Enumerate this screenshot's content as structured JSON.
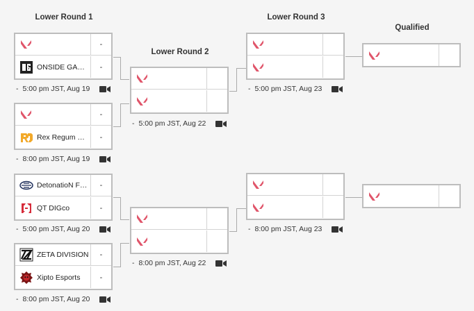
{
  "rounds": {
    "lr1": "Lower Round 1",
    "lr2": "Lower Round 2",
    "lr3": "Lower Round 3",
    "qualified": "Qualified"
  },
  "matches": {
    "m1": {
      "top": {
        "name": "",
        "logo": "valorant-icon",
        "score": "-"
      },
      "bot": {
        "name": "ONSIDE GAMING",
        "logo": "og-icon",
        "score": "-"
      },
      "time": "5:00 pm JST, Aug 19"
    },
    "m2": {
      "top": {
        "name": "",
        "logo": "valorant-icon",
        "score": "-"
      },
      "bot": {
        "name": "Rex Regum Qeon",
        "logo": "rrq-icon",
        "score": "-"
      },
      "time": "8:00 pm JST, Aug 19"
    },
    "m3": {
      "top": {
        "name": "DetonatioN FocusMe",
        "logo": "dfm-icon",
        "score": "-"
      },
      "bot": {
        "name": "QT DIGco",
        "logo": "qt-digco-icon",
        "score": "-"
      },
      "time": "5:00 pm JST, Aug 20"
    },
    "m4": {
      "top": {
        "name": "ZETA DIVISION",
        "logo": "zeta-icon",
        "score": "-"
      },
      "bot": {
        "name": "Xipto Esports",
        "logo": "xipto-icon",
        "score": "-"
      },
      "time": "8:00 pm JST, Aug 20"
    },
    "m5": {
      "top": {
        "name": "",
        "logo": "valorant-icon",
        "score": ""
      },
      "bot": {
        "name": "",
        "logo": "valorant-icon",
        "score": ""
      },
      "time": "5:00 pm JST, Aug 22"
    },
    "m6": {
      "top": {
        "name": "",
        "logo": "valorant-icon",
        "score": ""
      },
      "bot": {
        "name": "",
        "logo": "valorant-icon",
        "score": ""
      },
      "time": "8:00 pm JST, Aug 22"
    },
    "m7": {
      "top": {
        "name": "",
        "logo": "valorant-icon",
        "score": ""
      },
      "bot": {
        "name": "",
        "logo": "valorant-icon",
        "score": ""
      },
      "time": "5:00 pm JST, Aug 23"
    },
    "m8": {
      "top": {
        "name": "",
        "logo": "valorant-icon",
        "score": ""
      },
      "bot": {
        "name": "",
        "logo": "valorant-icon",
        "score": ""
      },
      "time": "8:00 pm JST, Aug 23"
    },
    "q1": {
      "top": {
        "name": "",
        "logo": "valorant-icon",
        "score": ""
      }
    },
    "q2": {
      "top": {
        "name": "",
        "logo": "valorant-icon",
        "score": ""
      }
    }
  },
  "dash": "-",
  "colors": {
    "valorant": "#e0556a",
    "border": "#bdbdbd",
    "connector": "#aaaaaa"
  }
}
